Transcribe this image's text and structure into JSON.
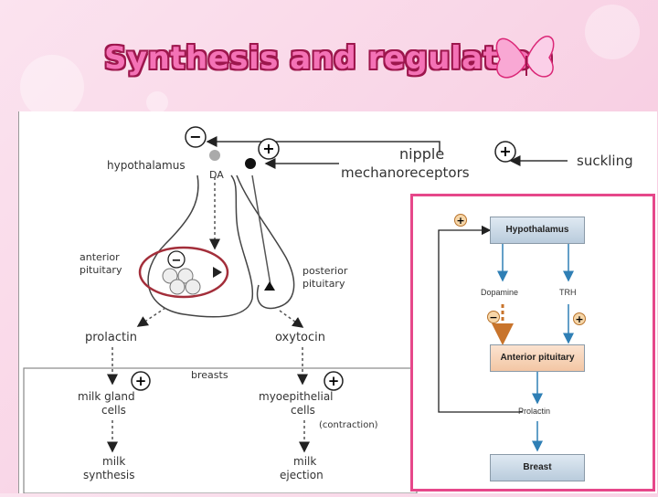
{
  "slide": {
    "title": "Synthesis and regulation"
  },
  "diagram": {
    "labels": {
      "hypothalamus": "hypothalamus",
      "da": "DA",
      "nipple": "nipple",
      "mechanoreceptors": "mechanoreceptors",
      "suckling": "suckling",
      "anterior_line1": "anterior",
      "anterior_line2": "pituitary",
      "posterior_line1": "posterior",
      "posterior_line2": "pituitary",
      "prolactin": "prolactin",
      "oxytocin": "oxytocin",
      "breasts": "breasts",
      "milk_gland_line1": "milk gland",
      "milk_gland_line2": "cells",
      "myoepithelial_line1": "myoepithelial",
      "myoepithelial_line2": "cells",
      "contraction": "(contraction)",
      "milk_synthesis_line1": "milk",
      "milk_synthesis_line2": "synthesis",
      "milk_ejection_line1": "milk",
      "milk_ejection_line2": "ejection",
      "plus": "+",
      "minus": "−"
    }
  },
  "inset": {
    "hypothalamus": "Hypothalamus",
    "dopamine": "Dopamine",
    "trh": "TRH",
    "anterior_pituitary": "Anterior pituitary",
    "prolactin": "Prolactin",
    "breast": "Breast",
    "plus": "+",
    "minus": "−"
  },
  "colors": {
    "title_fill": "#f472b6",
    "title_outline": "#9d174d",
    "inset_border": "#e6478a",
    "highlight_circle": "#a32e3a",
    "arrow_blue": "#2f7fb5",
    "dopamine_arrow": "#c8742c"
  }
}
